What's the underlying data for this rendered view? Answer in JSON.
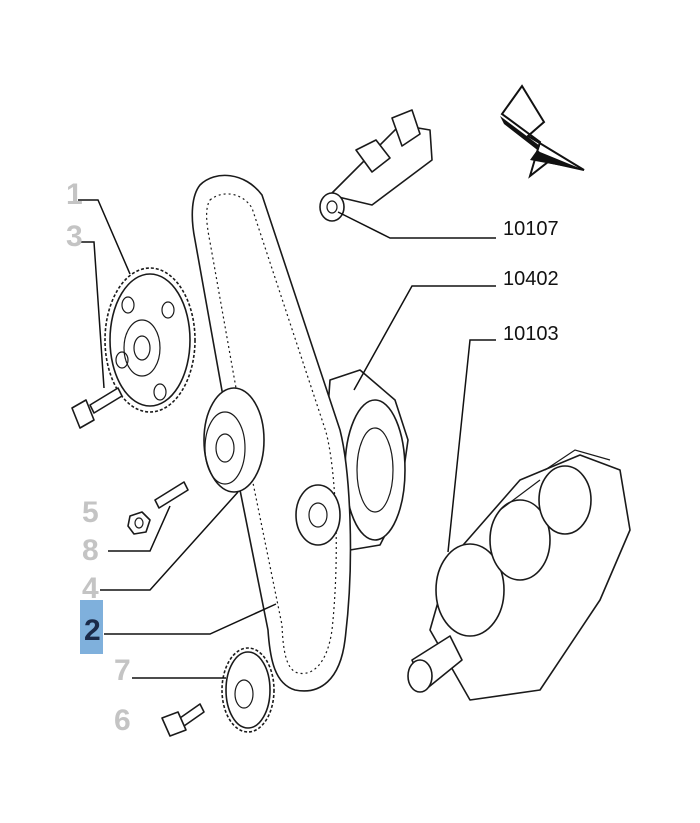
{
  "callouts": [
    {
      "id": "1",
      "label": "1",
      "highlighted": false
    },
    {
      "id": "3",
      "label": "3",
      "highlighted": false
    },
    {
      "id": "5",
      "label": "5",
      "highlighted": false
    },
    {
      "id": "8",
      "label": "8",
      "highlighted": false
    },
    {
      "id": "4",
      "label": "4",
      "highlighted": false
    },
    {
      "id": "2",
      "label": "2",
      "highlighted": true
    },
    {
      "id": "7",
      "label": "7",
      "highlighted": false
    },
    {
      "id": "6",
      "label": "6",
      "highlighted": false
    }
  ],
  "references": [
    {
      "id": "camshaft",
      "label": "10107"
    },
    {
      "id": "cylinder-head",
      "label": "10402"
    },
    {
      "id": "crankshaft",
      "label": "10103"
    }
  ],
  "colors": {
    "callout_text": "#c4c4c4",
    "highlight_bg": "#7fb0dc",
    "highlight_text": "#1a2a4a",
    "line": "#1a1a1a"
  },
  "icons": [
    "direction-arrow-icon"
  ]
}
